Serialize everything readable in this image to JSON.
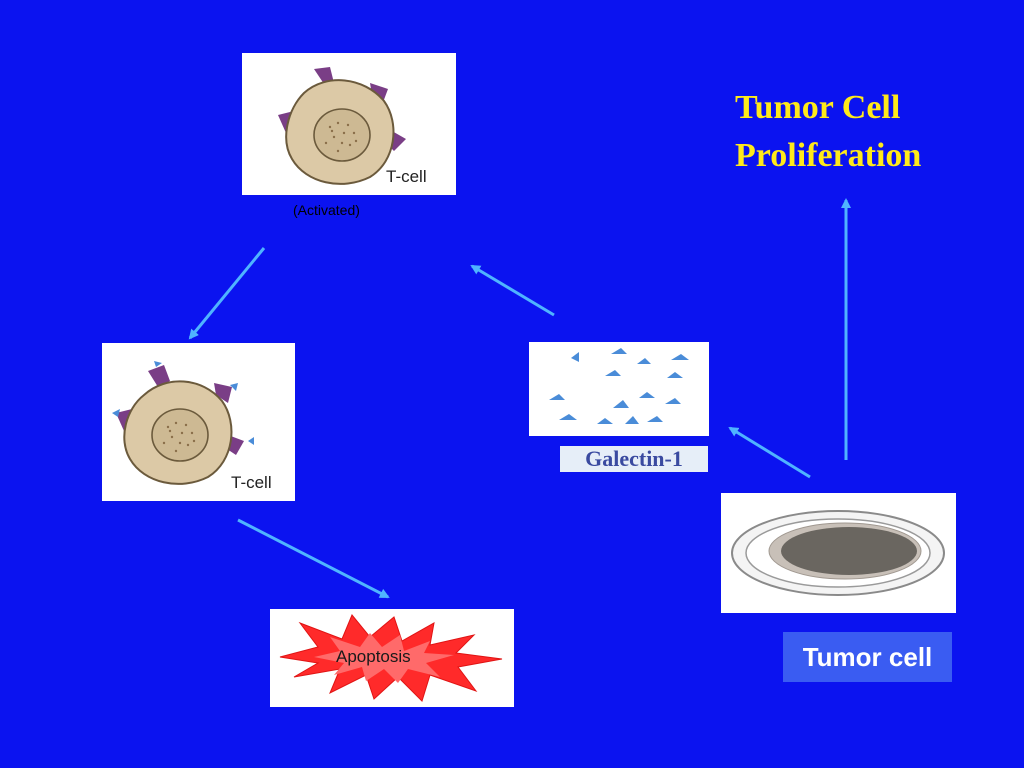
{
  "slide": {
    "title_line1": "Tumor Cell",
    "title_line2": "Proliferation",
    "background_color": "#0b13f0",
    "title_color": "#ffea1a",
    "arrow_color": "#4fb4ff"
  },
  "tcell_activated": {
    "cell_label": "T-cell",
    "caption": "(Activated)",
    "icon": "t-cell-with-receptors"
  },
  "tcell_bound": {
    "cell_label": "T-cell",
    "icon": "t-cell-with-bound-galectin"
  },
  "galectin": {
    "label": "Galectin-1",
    "icon": "galectin-triangles"
  },
  "apoptosis": {
    "label": "Apoptosis",
    "icon": "red-starburst"
  },
  "tumor": {
    "label": "Tumor cell",
    "icon": "tumor-cell-ellipse"
  }
}
